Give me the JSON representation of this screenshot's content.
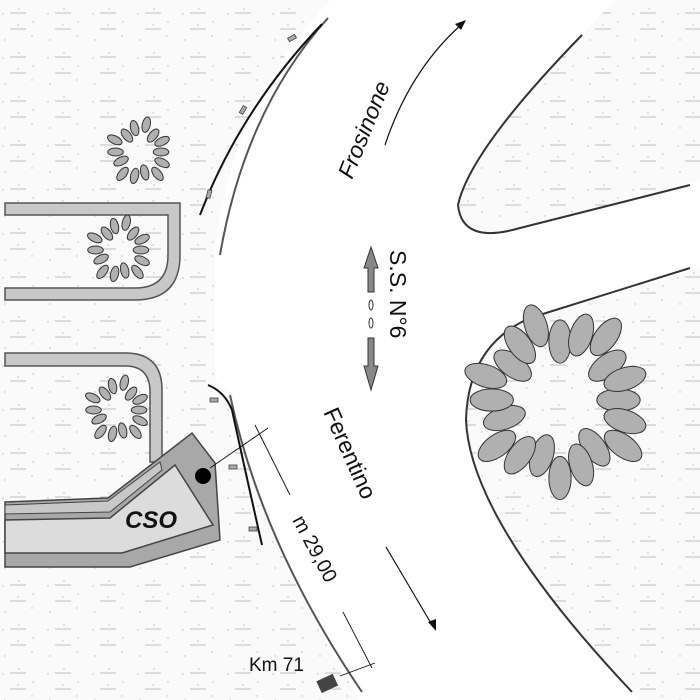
{
  "labels": {
    "north_destination": "Frosinone",
    "south_destination": "Ferentino",
    "road_name": "S.S. N°6",
    "distance": "m 29,00",
    "kilometer_marker": "Km 71",
    "building": "CSO"
  },
  "colors": {
    "grass_dash": "#c8c8c8",
    "road": "#ffffff",
    "curb": "#9a9a9a",
    "building_light": "#dcdcdc",
    "building_dark": "#a8a8a8",
    "tree_leaf": "#b0b0b0",
    "outline": "#333333"
  }
}
